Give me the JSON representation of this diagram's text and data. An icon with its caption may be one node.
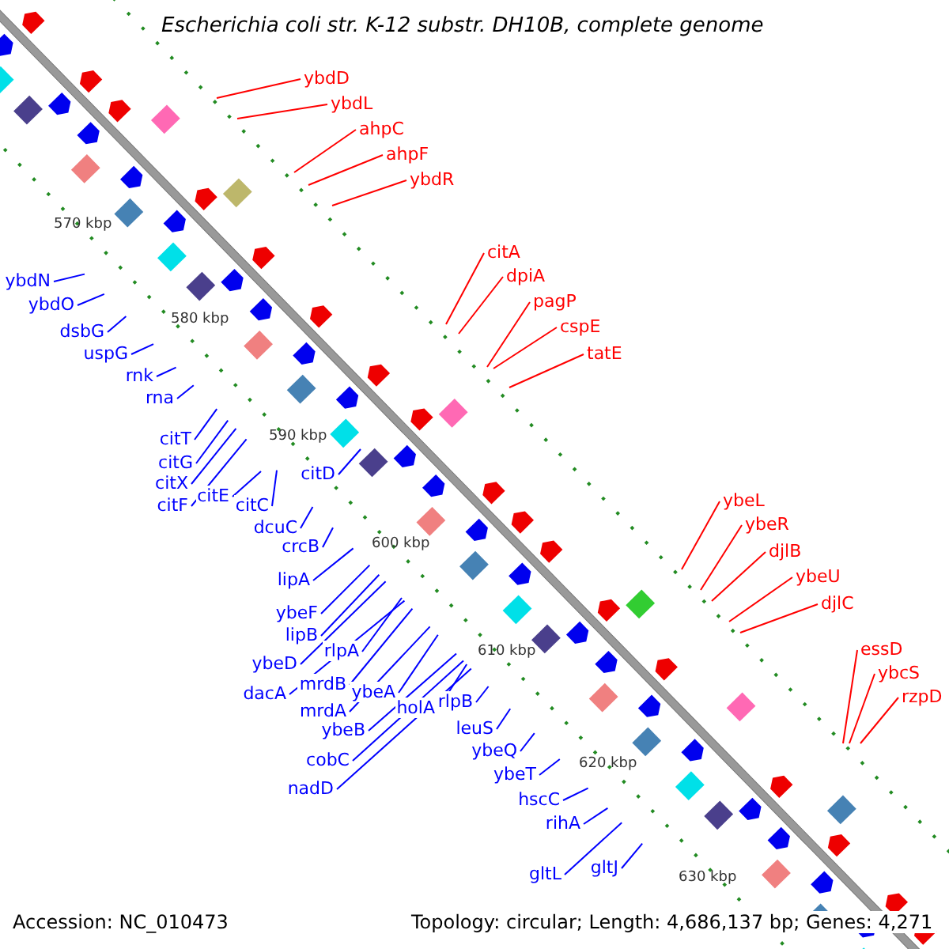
{
  "diagram": {
    "title": "Escherichia coli str. K-12 substr. DH10B, complete genome",
    "nodes": [
      {
        "text": [
          "ybdD"
        ]
      },
      {
        "text": [
          "ybdL"
        ]
      },
      {
        "text": [
          "ahpC"
        ]
      },
      {
        "text": [
          "ahpF"
        ]
      },
      {
        "text": [
          "ybdR"
        ]
      },
      {
        "text": [
          "citA"
        ]
      },
      {
        "text": [
          "dpiA"
        ]
      },
      {
        "text": [
          "pagP"
        ]
      },
      {
        "text": [
          "cspE"
        ]
      },
      {
        "text": [
          "tatE"
        ]
      },
      {
        "text": [
          "ybdN"
        ]
      },
      {
        "text": [
          "ybdO"
        ]
      },
      {
        "text": [
          "dsbG"
        ]
      },
      {
        "text": [
          "uspG"
        ]
      },
      {
        "text": [
          "rnk"
        ]
      },
      {
        "text": [
          "rna"
        ]
      },
      {
        "text": [
          "citT"
        ]
      },
      {
        "text": [
          "citG"
        ]
      },
      {
        "text": [
          "citX"
        ]
      },
      {
        "text": [
          "citF"
        ]
      },
      {
        "text": [
          "citE"
        ]
      },
      {
        "text": [
          "citD"
        ]
      },
      {
        "text": [
          "citC"
        ]
      },
      {
        "text": [
          "dcuC"
        ]
      },
      {
        "text": [
          "crcB"
        ]
      },
      {
        "text": [
          "lipA"
        ]
      },
      {
        "text": [
          "ybeF"
        ]
      },
      {
        "text": [
          "lipB"
        ]
      },
      {
        "text": [
          "ybeD"
        ]
      },
      {
        "text": [
          "rlpA"
        ]
      },
      {
        "text": [
          "dacA"
        ]
      },
      {
        "text": [
          "mrdB"
        ]
      },
      {
        "text": [
          "ybeA"
        ]
      },
      {
        "text": [
          "mrdA"
        ]
      },
      {
        "text": [
          "holA"
        ]
      },
      {
        "text": [
          "ybeB"
        ]
      },
      {
        "text": [
          "cobC"
        ]
      },
      {
        "text": [
          "nadD"
        ]
      },
      {
        "text": [
          "rlpB"
        ]
      },
      {
        "text": [
          "leuS"
        ]
      },
      {
        "text": [
          "ybeQ"
        ]
      },
      {
        "text": [
          "ybeT"
        ]
      },
      {
        "text": [
          "hscC"
        ]
      },
      {
        "text": [
          "rihA"
        ]
      },
      {
        "text": [
          "gltL"
        ]
      },
      {
        "text": [
          "gltJ"
        ]
      },
      {
        "text": [
          "ybeL"
        ]
      },
      {
        "text": [
          "ybeR"
        ]
      },
      {
        "text": [
          "djlB"
        ]
      },
      {
        "text": [
          "ybeU"
        ]
      },
      {
        "text": [
          "djlC"
        ]
      },
      {
        "text": [
          "essD"
        ]
      },
      {
        "text": [
          "ybcS"
        ]
      },
      {
        "text": [
          "rzpD"
        ]
      }
    ],
    "edges": [
      {
        "from": 0,
        "to": null,
        "arrow": "none",
        "color": "#ff0000"
      },
      {
        "from": 1,
        "to": null,
        "arrow": "none",
        "color": "#ff0000"
      },
      {
        "from": 2,
        "to": null,
        "arrow": "none",
        "color": "#ff0000"
      },
      {
        "from": 3,
        "to": null,
        "arrow": "none",
        "color": "#ff0000"
      },
      {
        "from": 4,
        "to": null,
        "arrow": "none",
        "color": "#ff0000"
      },
      {
        "from": 5,
        "to": null,
        "arrow": "none",
        "color": "#ff0000"
      },
      {
        "from": 6,
        "to": null,
        "arrow": "none",
        "color": "#ff0000"
      },
      {
        "from": 7,
        "to": null,
        "arrow": "none",
        "color": "#ff0000"
      },
      {
        "from": 8,
        "to": null,
        "arrow": "none",
        "color": "#ff0000"
      },
      {
        "from": 9,
        "to": null,
        "arrow": "none",
        "color": "#ff0000"
      },
      {
        "from": 10,
        "to": null,
        "arrow": "none"
      },
      {
        "from": 11,
        "to": null,
        "arrow": "none"
      },
      {
        "from": 12,
        "to": null,
        "arrow": "none"
      },
      {
        "from": 13,
        "to": null,
        "arrow": "none"
      },
      {
        "from": 14,
        "to": null,
        "arrow": "none"
      },
      {
        "from": 15,
        "to": null,
        "arrow": "none"
      },
      {
        "from": 16,
        "to": null,
        "arrow": "none"
      },
      {
        "from": 17,
        "to": null,
        "arrow": "none"
      },
      {
        "from": 18,
        "to": null,
        "arrow": "none"
      },
      {
        "from": 19,
        "to": null,
        "arrow": "none"
      },
      {
        "from": 20,
        "to": null,
        "arrow": "none"
      },
      {
        "from": 21,
        "to": null,
        "arrow": "none"
      },
      {
        "from": 22,
        "to": null,
        "arrow": "none"
      },
      {
        "from": 23,
        "to": null,
        "arrow": "none"
      },
      {
        "from": 24,
        "to": null,
        "arrow": "none"
      },
      {
        "from": 25,
        "to": null,
        "arrow": "none"
      },
      {
        "from": 26,
        "to": null,
        "arrow": "none"
      },
      {
        "from": 27,
        "to": null,
        "arrow": "none"
      },
      {
        "from": 28,
        "to": null,
        "arrow": "none"
      },
      {
        "from": 29,
        "to": null,
        "arrow": "none"
      },
      {
        "from": 30,
        "to": null,
        "arrow": "none"
      },
      {
        "from": 31,
        "to": null,
        "arrow": "none"
      },
      {
        "from": 32,
        "to": null,
        "arrow": "none"
      },
      {
        "from": 33,
        "to": null,
        "arrow": "none"
      },
      {
        "from": 34,
        "to": null,
        "arrow": "none"
      },
      {
        "from": 35,
        "to": null,
        "arrow": "none"
      },
      {
        "from": 36,
        "to": null,
        "arrow": "none"
      },
      {
        "from": 37,
        "to": null,
        "arrow": "none"
      },
      {
        "from": 38,
        "to": null,
        "arrow": "none"
      },
      {
        "from": 39,
        "to": null,
        "arrow": "none"
      },
      {
        "from": 40,
        "to": null,
        "arrow": "none"
      },
      {
        "from": 41,
        "to": null,
        "arrow": "none"
      },
      {
        "from": 42,
        "to": null,
        "arrow": "none"
      },
      {
        "from": 43,
        "to": null,
        "arrow": "none"
      },
      {
        "from": 44,
        "to": null,
        "arrow": "none"
      },
      {
        "from": 45,
        "to": null,
        "arrow": "none"
      },
      {
        "from": 46,
        "to": null,
        "arrow": "none",
        "color": "#ff0000"
      },
      {
        "from": 47,
        "to": null,
        "arrow": "none",
        "color": "#ff0000"
      },
      {
        "from": 48,
        "to": null,
        "arrow": "none",
        "color": "#ff0000"
      },
      {
        "from": 49,
        "to": null,
        "arrow": "none",
        "color": "#ff0000"
      },
      {
        "from": 50,
        "to": null,
        "arrow": "none",
        "color": "#ff0000"
      },
      {
        "from": 51,
        "to": null,
        "arrow": "none",
        "color": "#ff0000"
      },
      {
        "from": 52,
        "to": null,
        "arrow": "none",
        "color": "#ff0000"
      },
      {
        "from": 53,
        "to": null,
        "arrow": "none",
        "color": "#ff0000"
      }
    ],
    "labels": [
      "570 kbp",
      "580 kbp",
      "590 kbp",
      "600 kbp",
      "610 kbp",
      "620 kbp",
      "630 kbp",
      "Accession: NC_010473",
      "Topology: circular; Length: 4,686,137 bp; Genes: 4,271"
    ]
  }
}
